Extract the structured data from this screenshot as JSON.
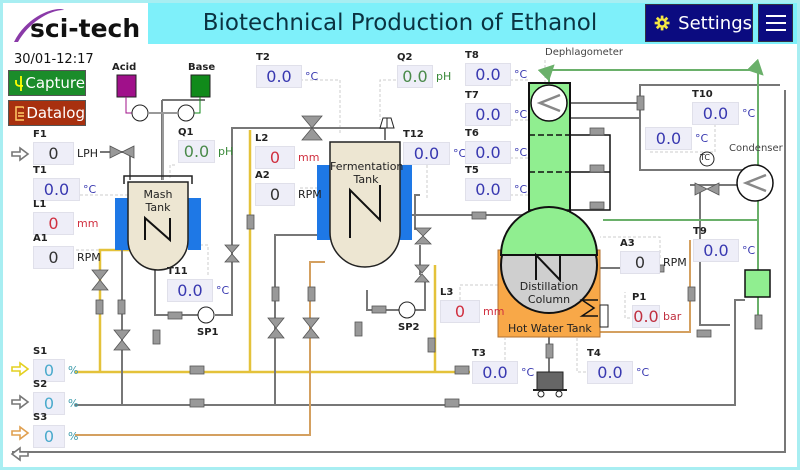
{
  "header": {
    "logo_text": "sci-tech",
    "title": "Biotechnical Production of Ethanol",
    "settings_label": "Settings",
    "settings_icon": "gear-icon",
    "menu_icon": "hamburger-menu-icon"
  },
  "datetime": "30/01-12:17",
  "buttons": {
    "capture": "Capture",
    "capture_icon": "usb-icon",
    "datalog": "Datalog",
    "datalog_icon": "document-icon"
  },
  "colors": {
    "title_bar": "#7ef0fa",
    "settings_bg": "#0b0b80",
    "capture_bg": "#1b8c2a",
    "datalog_bg": "#a8300f",
    "column_green": "#90ee90",
    "hot_water_orange": "#f8a848",
    "tank_beige": "#ede6d2",
    "jacket_blue": "#1e78e6",
    "acid": "#a0108a",
    "base": "#108a1a"
  },
  "equipment": {
    "acid": "Acid",
    "base": "Base",
    "mash_tank": "Mash Tank",
    "fermentation_tank": "Fermentation Tank",
    "distillation_column": "Distillation Column",
    "hot_water_tank": "Hot Water Tank",
    "dephlagometer": "Dephlagometer",
    "condenser": "Condenser",
    "sp1": "SP1",
    "sp2": "SP2",
    "tc": "TC"
  },
  "sensors": [
    {
      "id": "F1",
      "label": "F1",
      "value": "0",
      "unit": "LPH"
    },
    {
      "id": "T1",
      "label": "T1",
      "value": "0.0",
      "unit": "°C"
    },
    {
      "id": "L1",
      "label": "L1",
      "value": "0",
      "unit": "mm"
    },
    {
      "id": "A1",
      "label": "A1",
      "value": "0",
      "unit": "RPM"
    },
    {
      "id": "T11",
      "label": "T11",
      "value": "0.0",
      "unit": "°C"
    },
    {
      "id": "S1",
      "label": "S1",
      "value": "0",
      "unit": "%"
    },
    {
      "id": "S2",
      "label": "S2",
      "value": "0",
      "unit": "%"
    },
    {
      "id": "S3",
      "label": "S3",
      "value": "0",
      "unit": "%"
    },
    {
      "id": "Q1",
      "label": "Q1",
      "value": "0.0",
      "unit": "pH"
    },
    {
      "id": "T2",
      "label": "T2",
      "value": "0.0",
      "unit": "°C"
    },
    {
      "id": "L2",
      "label": "L2",
      "value": "0",
      "unit": "mm"
    },
    {
      "id": "A2",
      "label": "A2",
      "value": "0",
      "unit": "RPM"
    },
    {
      "id": "Q2",
      "label": "Q2",
      "value": "0.0",
      "unit": "pH"
    },
    {
      "id": "T12",
      "label": "T12",
      "value": "0.0",
      "unit": "°C"
    },
    {
      "id": "T8",
      "label": "T8",
      "value": "0.0",
      "unit": "°C"
    },
    {
      "id": "T7",
      "label": "T7",
      "value": "0.0",
      "unit": "°C"
    },
    {
      "id": "T6",
      "label": "T6",
      "value": "0.0",
      "unit": "°C"
    },
    {
      "id": "T5",
      "label": "T5",
      "value": "0.0",
      "unit": "°C"
    },
    {
      "id": "T10",
      "label": "T10",
      "value": "0.0",
      "unit": "°C"
    },
    {
      "id": "TC",
      "label": "",
      "value": "0.0",
      "unit": "°C"
    },
    {
      "id": "T9",
      "label": "T9",
      "value": "0.0",
      "unit": "°C"
    },
    {
      "id": "A3",
      "label": "A3",
      "value": "0",
      "unit": "RPM"
    },
    {
      "id": "L3",
      "label": "L3",
      "value": "0",
      "unit": "mm"
    },
    {
      "id": "P1",
      "label": "P1",
      "value": "0.0",
      "unit": "bar"
    },
    {
      "id": "T3",
      "label": "T3",
      "value": "0.0",
      "unit": "°C"
    },
    {
      "id": "T4",
      "label": "T4",
      "value": "0.0",
      "unit": "°C"
    }
  ]
}
